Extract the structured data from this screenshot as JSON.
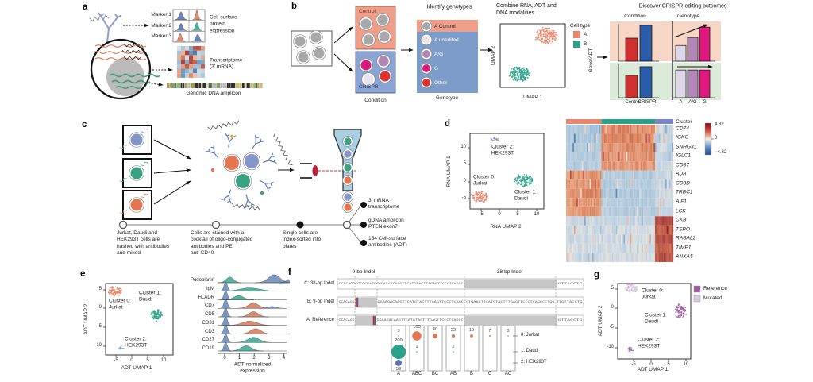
{
  "panels": {
    "a": "a",
    "b": "b",
    "c": "c",
    "d": "d",
    "e": "e",
    "f": "f",
    "g": "g"
  },
  "colors": {
    "jurkat_orange": "#e8876c",
    "daudi_green": "#2aa189",
    "hek_blue": "#8695c8",
    "control_salmon": "#ef9e8a",
    "crispr_blue": "#8aa5d3",
    "genotype_panel_blue": "#7d9cc9",
    "peach_bg": "#f7d6c6",
    "mint_bg": "#dcead9",
    "bar_red": "#cf2f2f",
    "bar_blue": "#2a5caa",
    "geno_a": "#ded7e8",
    "geno_ag": "#b287b7",
    "geno_g": "#e0177e",
    "other_red": "#e03131",
    "ref_purple": "#9b599b",
    "mut_purple": "#d9cade"
  },
  "panel_a": {
    "markers": [
      "Marker 1",
      "Marker 2",
      "Marker 3"
    ],
    "protein_label": "Cell-surface\nprotein\nexpression",
    "transcriptome_label": "Transcriptome\n(3′ mRNA)",
    "genomic_label": "Genomic DNA amplicon"
  },
  "panel_b": {
    "control_label": "Control",
    "crispr_label": "CRISPR",
    "condition_caption": "Condition",
    "identify_title": "Identify genotypes",
    "genotype_items": [
      {
        "label": "A Control",
        "color": "#a8a8a8"
      },
      {
        "label": "A unedited",
        "color": "#e9e5ef"
      },
      {
        "label": "A/G",
        "color": "#b287b7"
      },
      {
        "label": "G",
        "color": "#e0177e"
      },
      {
        "label": "Other",
        "color": "#e03131"
      }
    ],
    "genotype_caption": "Genotype",
    "combine_title": "Combine RNA, ADT and\nDNA modalities",
    "discover_title": "Discover CRISPR-editing outcomes",
    "condition_header": "Condition",
    "genotype_header": "Genotype",
    "gene_adt_label": "Gene/ADT"
  },
  "panel_c": {
    "steps": [
      "Jurkat, Daudi and\nHEK293T cells are\nhashed with antibodies\nand mixed",
      "Cells are stained with a\ncocktail of oligo-conjugated\nantibodies and PE\nanti-CD40",
      "Single cells are\nindex-sorted into\nplates"
    ],
    "outputs": [
      "3′ mRNA\ntranscriptome",
      "gDNA amplicon\nPTEN exon7",
      "154 Cell-surface\nantibodies (ADT)"
    ]
  },
  "chart_data": [
    {
      "id": "b_umap",
      "type": "scatter",
      "xlabel": "UMAP 1",
      "ylabel": "UMAP 2",
      "legend_title": "Cell type",
      "series": [
        {
          "name": "A",
          "color": "#e8876c",
          "n": 200
        },
        {
          "name": "B",
          "color": "#2aa189",
          "n": 200
        }
      ]
    },
    {
      "id": "b_condition_bars",
      "type": "bar",
      "ylabel": "Gene/ADT",
      "categories": [
        "Control",
        "CRISPR"
      ],
      "bar_colors": [
        "#cf2f2f",
        "#2a5caa"
      ],
      "series": [
        {
          "name": "top_row",
          "values": [
            0.63,
            0.98
          ]
        },
        {
          "name": "bottom_row",
          "values": [
            0.67,
            0.93
          ]
        }
      ]
    },
    {
      "id": "b_genotype_bars",
      "type": "bar",
      "categories": [
        "A",
        "A/G",
        "G"
      ],
      "bar_colors": [
        "#ded7e8",
        "#b287b7",
        "#e0177e"
      ],
      "series": [
        {
          "name": "top_row",
          "values": [
            0.43,
            0.65,
            0.93
          ],
          "trend": "increasing"
        },
        {
          "name": "bottom_row",
          "values": [
            0.83,
            0.83,
            0.83
          ],
          "trend": "unchanged"
        }
      ]
    },
    {
      "id": "d_umap",
      "type": "scatter",
      "xlabel": "RNA UMAP 2",
      "ylabel": "RNA UMAP 1",
      "xticks": [
        -5,
        0,
        5,
        10
      ],
      "yticks": [
        10,
        5,
        0,
        -5
      ],
      "clusters": [
        {
          "label": "Cluster 0:\nJurkat",
          "color": "#e8876c",
          "approx_center": [
            -5.5,
            -4.5
          ]
        },
        {
          "label": "Cluster 1:\nDaudi",
          "color": "#2aa189",
          "approx_center": [
            6.5,
            0.5
          ]
        },
        {
          "label": "Cluster 2:\nHEK293T",
          "color": "#8695c8",
          "approx_center": [
            -1.5,
            12.5
          ]
        }
      ]
    },
    {
      "id": "d_heatmap",
      "type": "heatmap",
      "cluster_label": "Cluster",
      "cluster_colors": [
        "#e8876c",
        "#2aa189",
        "#7b86c5"
      ],
      "cluster_fractions": [
        0.33,
        0.5,
        0.17
      ],
      "genes": [
        "CD74",
        "IGKC",
        "SNHG31",
        "IGLC1",
        "CD37",
        "ADA",
        "CD3D",
        "TRBC1",
        "AIF1",
        "LCK",
        "CKB",
        "TSPO",
        "RASAL2",
        "TIMP1",
        "ANXA5"
      ],
      "values": [
        [
          -1.6,
          2.0,
          -0.6
        ],
        [
          -1.6,
          2.1,
          -0.7
        ],
        [
          -1.5,
          1.9,
          -0.7
        ],
        [
          -1.3,
          1.8,
          -0.8
        ],
        [
          -1.3,
          1.7,
          -0.6
        ],
        [
          1.7,
          -1.3,
          -0.4
        ],
        [
          1.9,
          -1.3,
          -0.6
        ],
        [
          1.9,
          -1.4,
          -0.6
        ],
        [
          1.6,
          -1.2,
          -0.5
        ],
        [
          1.8,
          -1.3,
          -1.0
        ],
        [
          -0.6,
          -0.6,
          3.8
        ],
        [
          -0.4,
          -0.5,
          3.2
        ],
        [
          -0.6,
          -0.5,
          3.6
        ],
        [
          -0.4,
          -0.5,
          3.1
        ],
        [
          -0.5,
          -0.4,
          3.4
        ]
      ],
      "colorbar": {
        "max": "4.82",
        "mid": "0",
        "min": "−4.82"
      }
    },
    {
      "id": "e_umap",
      "type": "scatter",
      "xlabel": "ADT UMAP 1",
      "ylabel": "ADT UMAP 2",
      "xticks": [
        -5,
        0,
        5,
        10
      ],
      "yticks": [
        5,
        0,
        -5,
        -10
      ],
      "clusters": [
        {
          "label": "Cluster 0:\nJurkat",
          "color": "#e8876c"
        },
        {
          "label": "Cluster 1:\nDaudi",
          "color": "#2aa189"
        },
        {
          "label": "Cluster 2:\nHEK293T",
          "color": "#8695c8"
        }
      ]
    },
    {
      "id": "e_ridgeline",
      "type": "area",
      "xlabel": "ADT normalized\nexpression",
      "xticks": [
        0,
        1,
        2,
        3,
        4
      ],
      "categories": [
        "Podoplanin",
        "IgM",
        "HLADR",
        "CD7",
        "CD5",
        "CD31",
        "CD3",
        "CD27",
        "CD19"
      ],
      "colors": {
        "jurkat": "#d2704f",
        "daudi": "#2aa189",
        "hek": "#5b7fb5"
      },
      "rows": [
        [
          [
            "daudi",
            0.35,
            0.35,
            0.6
          ],
          [
            "hek",
            3.35,
            0.55,
            0.85
          ],
          [
            "hek",
            4.35,
            0.28,
            0.35
          ]
        ],
        [
          [
            "hek",
            0.07,
            0.17,
            0.95
          ],
          [
            "daudi",
            1.7,
            0.95,
            0.35
          ]
        ],
        [
          [
            "hek",
            0.07,
            0.17,
            0.95
          ],
          [
            "daudi",
            0.95,
            0.45,
            0.45
          ]
        ],
        [
          [
            "hek",
            0.07,
            0.17,
            0.95
          ],
          [
            "jurkat",
            1.95,
            0.5,
            0.55
          ],
          [
            "hek",
            3.2,
            0.4,
            0.2
          ]
        ],
        [
          [
            "hek",
            0.07,
            0.17,
            0.95
          ],
          [
            "jurkat",
            1.95,
            0.45,
            0.55
          ]
        ],
        [
          [
            "hek",
            0.07,
            0.17,
            0.9
          ],
          [
            "jurkat",
            1.7,
            0.7,
            0.45
          ]
        ],
        [
          [
            "hek",
            0.07,
            0.17,
            0.95
          ],
          [
            "jurkat",
            2.1,
            0.5,
            0.55
          ]
        ],
        [
          [
            "hek",
            0.07,
            0.17,
            0.9
          ],
          [
            "daudi",
            1.95,
            0.55,
            0.55
          ]
        ],
        [
          [
            "hek",
            0.07,
            0.17,
            0.9
          ],
          [
            "daudi",
            1.45,
            0.5,
            0.55
          ]
        ]
      ]
    },
    {
      "id": "f_alignment",
      "type": "table",
      "column_headers": [
        "9-bp Indel",
        "38-bp Indel"
      ],
      "rows": [
        "C: 38-bp Indel",
        "B: 9-bp Indel",
        "A: Reference"
      ],
      "sequences": {
        "start": "CCACAGG",
        "c_insert": "CGCCCGATGG",
        "core": "GGAAGACAAGTTCATGTACTTTGAGTTCCCTCAGCC",
        "region38": "CTGAAGTTCATGTACTTTGAGTTCCCTCAGCCCTGG",
        "end": "GTTACCTG",
        "b_end": "TTGTTACCTG"
      }
    },
    {
      "id": "f_upset",
      "type": "scatter",
      "columns": [
        "A",
        "ABC",
        "BC",
        "AB",
        "B",
        "C",
        "AC"
      ],
      "row_labels": [
        "0: Jurkat",
        "1: Daudi",
        "2: HEK293T"
      ],
      "row_colors": [
        "#e2764f",
        "#2aa189",
        "#5b6fb0"
      ],
      "counts": [
        [
          3,
          209,
          59
        ],
        [
          105,
          1,
          0
        ],
        [
          40,
          0,
          0
        ],
        [
          22,
          2,
          0
        ],
        [
          19,
          0,
          0
        ],
        [
          7,
          0,
          0
        ],
        [
          3,
          0,
          0
        ]
      ]
    },
    {
      "id": "g_umap",
      "type": "scatter",
      "xlabel": "ADT UMAP 1",
      "ylabel": "ADT UMAP 2",
      "xticks": [
        -5,
        0,
        5,
        10
      ],
      "yticks": [
        5,
        0,
        -5,
        -10
      ],
      "legend": [
        {
          "label": "Reference",
          "color": "#9b599b"
        },
        {
          "label": "Mutated",
          "color": "#d9cade"
        }
      ],
      "clusters": [
        {
          "label": "Cluster 0:\nJurkat",
          "variant": "Mutated"
        },
        {
          "label": "Cluster 1:\nDaudi",
          "variant": "Reference"
        },
        {
          "label": "Cluster 2:\nHEK293T",
          "variant": "Reference"
        }
      ]
    }
  ]
}
